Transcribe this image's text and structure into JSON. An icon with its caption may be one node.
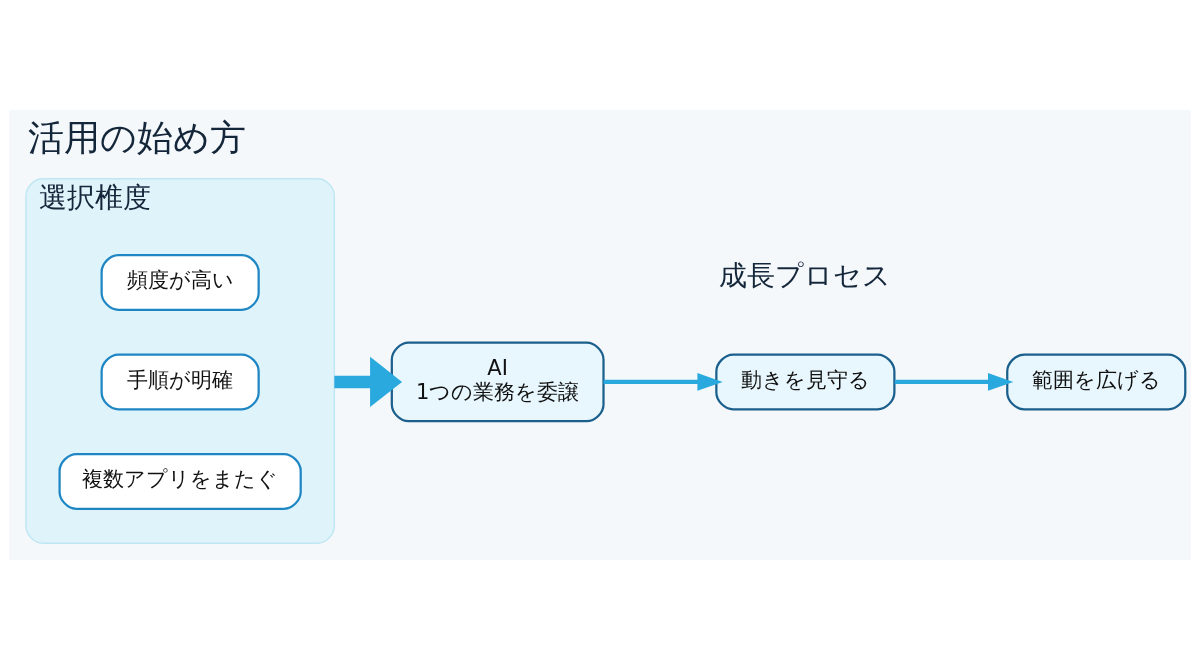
{
  "diagram": {
    "title": "活用の始め方",
    "nodes": [
      {
        "text": [
          "選択椎度"
        ]
      },
      {
        "text": [
          "頻度が高い"
        ],
        "in": 0
      },
      {
        "text": [
          "手順が明確"
        ],
        "in": 0
      },
      {
        "text": [
          "複数アプリをまたぐ"
        ],
        "in": 0
      },
      {
        "text": [
          "AI",
          "1つの業務を委譲"
        ]
      },
      {
        "text": [
          "動きを見守る"
        ]
      },
      {
        "text": [
          "範囲を広げる"
        ]
      }
    ],
    "edges": [
      {
        "from": 0,
        "to": 4,
        "arrow": "to",
        "style": "thick"
      },
      {
        "from": 4,
        "to": 5,
        "arrow": "to"
      },
      {
        "from": 5,
        "to": 6,
        "arrow": "to"
      }
    ],
    "labels": [
      "成長プロセス"
    ]
  }
}
